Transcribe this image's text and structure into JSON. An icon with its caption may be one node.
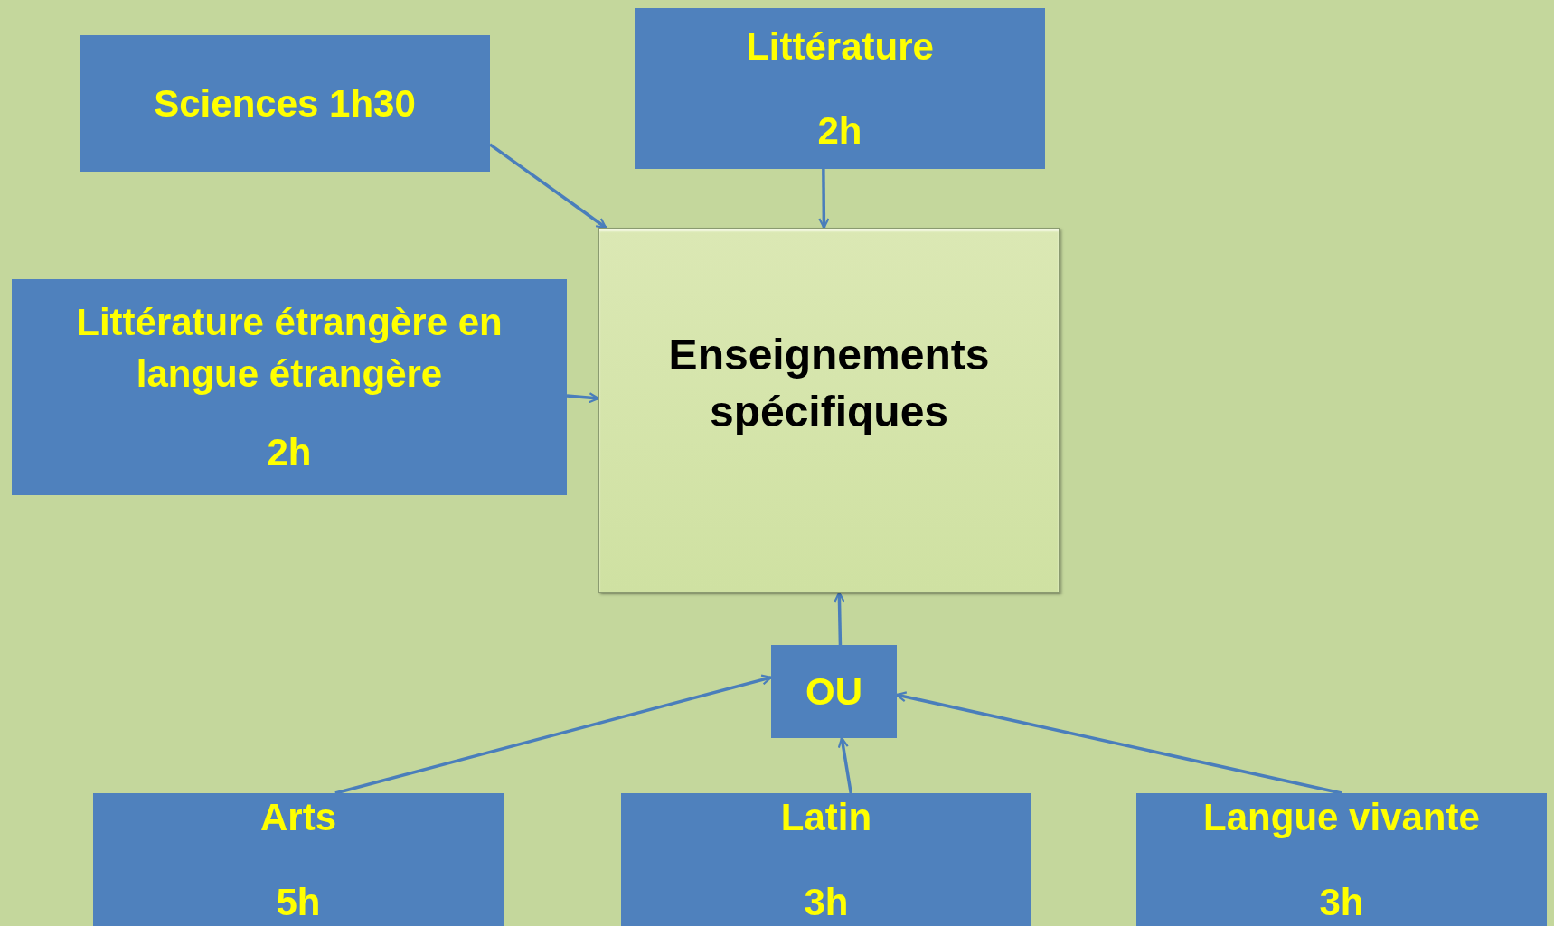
{
  "diagram": {
    "nodes": [
      {
        "text": [
          "Sciences 1h30"
        ]
      },
      {
        "text": [
          "Littérature",
          "2h"
        ]
      },
      {
        "text": [
          "Enseignements spécifiques"
        ]
      },
      {
        "text": [
          "Littérature étrangère en langue étrangère",
          "2h"
        ]
      },
      {
        "text": [
          "OU"
        ]
      },
      {
        "text": [
          "Arts",
          "5h"
        ]
      },
      {
        "text": [
          "Latin",
          "3h"
        ]
      },
      {
        "text": [
          "Langue vivante",
          "3h"
        ]
      }
    ],
    "edges": [
      {
        "from": 0,
        "to": 2,
        "arrow": "to"
      },
      {
        "from": 1,
        "to": 2,
        "arrow": "to"
      },
      {
        "from": 3,
        "to": 2,
        "arrow": "to"
      },
      {
        "from": 4,
        "to": 2,
        "arrow": "to"
      },
      {
        "from": 5,
        "to": 4,
        "arrow": "to"
      },
      {
        "from": 6,
        "to": 4,
        "arrow": "to"
      },
      {
        "from": 7,
        "to": 4,
        "arrow": "to"
      }
    ]
  }
}
